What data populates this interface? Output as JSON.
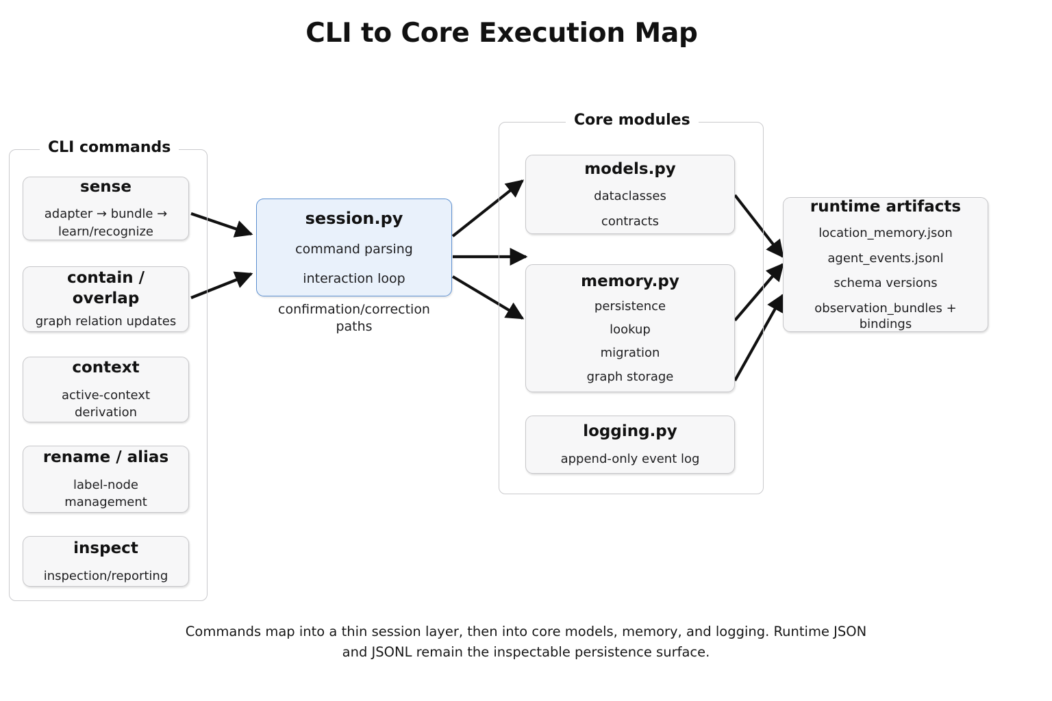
{
  "title": "CLI to Core Execution Map",
  "groups": {
    "cli": {
      "label": "CLI commands"
    },
    "core": {
      "label": "Core modules"
    }
  },
  "cli_commands": [
    {
      "name": "sense",
      "details": [
        "adapter → bundle →",
        "learn/recognize"
      ]
    },
    {
      "name": "contain /\noverlap",
      "name_line1": "contain /",
      "name_line2": "overlap",
      "details": [
        "graph relation updates"
      ]
    },
    {
      "name": "context",
      "details": [
        "active-context",
        "derivation"
      ]
    },
    {
      "name": "rename / alias",
      "details": [
        "label-node",
        "management"
      ]
    },
    {
      "name": "inspect",
      "details": [
        "inspection/reporting"
      ]
    }
  ],
  "session": {
    "name": "session.py",
    "details": [
      "command parsing",
      "interaction loop"
    ],
    "caption_line1": "confirmation/correction",
    "caption_line2": "paths"
  },
  "core_modules": [
    {
      "name": "models.py",
      "details": [
        "dataclasses",
        "contracts"
      ]
    },
    {
      "name": "memory.py",
      "details": [
        "persistence",
        "lookup",
        "migration",
        "graph storage"
      ]
    },
    {
      "name": "logging.py",
      "details": [
        "append-only event log"
      ]
    }
  ],
  "artifacts": {
    "name": "runtime artifacts",
    "details": [
      "location_memory.json",
      "agent_events.jsonl",
      "schema versions",
      "observation_bundles + bindings"
    ]
  },
  "footer": "Commands map into a thin session layer, then into core models, memory, and logging. Runtime JSON and JSONL remain the inspectable persistence surface.",
  "colors": {
    "accent_border": "#5b8fd0",
    "accent_fill": "#e9f1fb",
    "node_fill": "#f7f7f8",
    "node_border": "#c6c6c9",
    "group_border": "#c9c9cc",
    "arrow": "#111111",
    "text": "#111111",
    "background": "#ffffff"
  }
}
